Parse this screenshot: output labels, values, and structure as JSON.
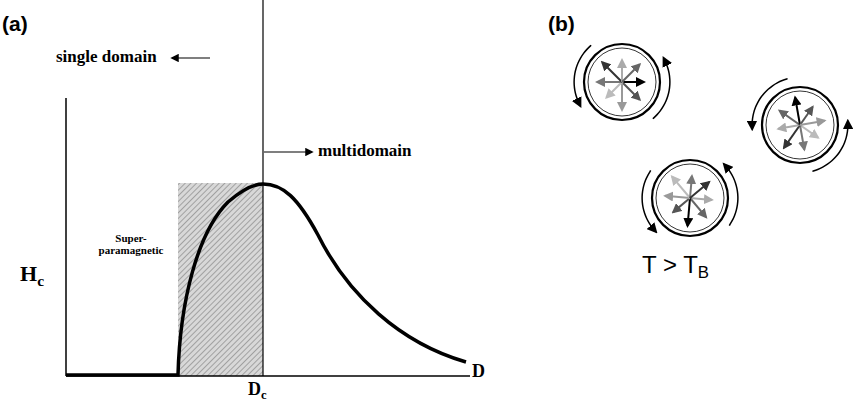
{
  "diagram": {
    "labels": [
      "(a)",
      "single domain",
      "multidomain",
      "Hc",
      "Super-paramagnetic",
      "Dc",
      "D",
      "(b)",
      "T > TB"
    ]
  }
}
